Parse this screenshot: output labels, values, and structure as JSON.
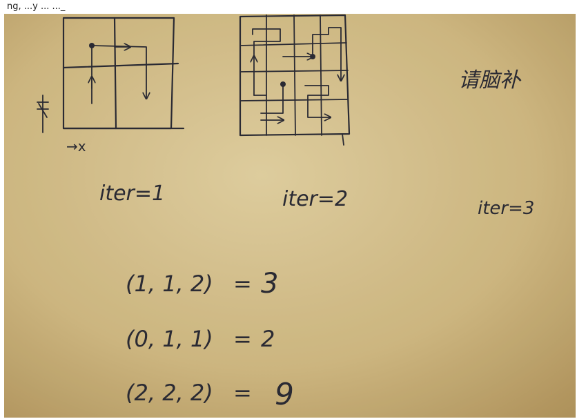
{
  "caption_fragment": "ng, ...y ... ..._",
  "axis_labels": {
    "vertical": "z",
    "horizontal": "→x"
  },
  "iterations": [
    "iter=1",
    "iter=2",
    "iter=3"
  ],
  "chinese_note": "请脑补",
  "equations": [
    {
      "lhs": "(1, 1, 2)",
      "rhs": "3"
    },
    {
      "lhs": "(0, 1, 1)",
      "rhs": "2"
    },
    {
      "lhs": "(2, 2, 2)",
      "rhs": "9"
    }
  ]
}
